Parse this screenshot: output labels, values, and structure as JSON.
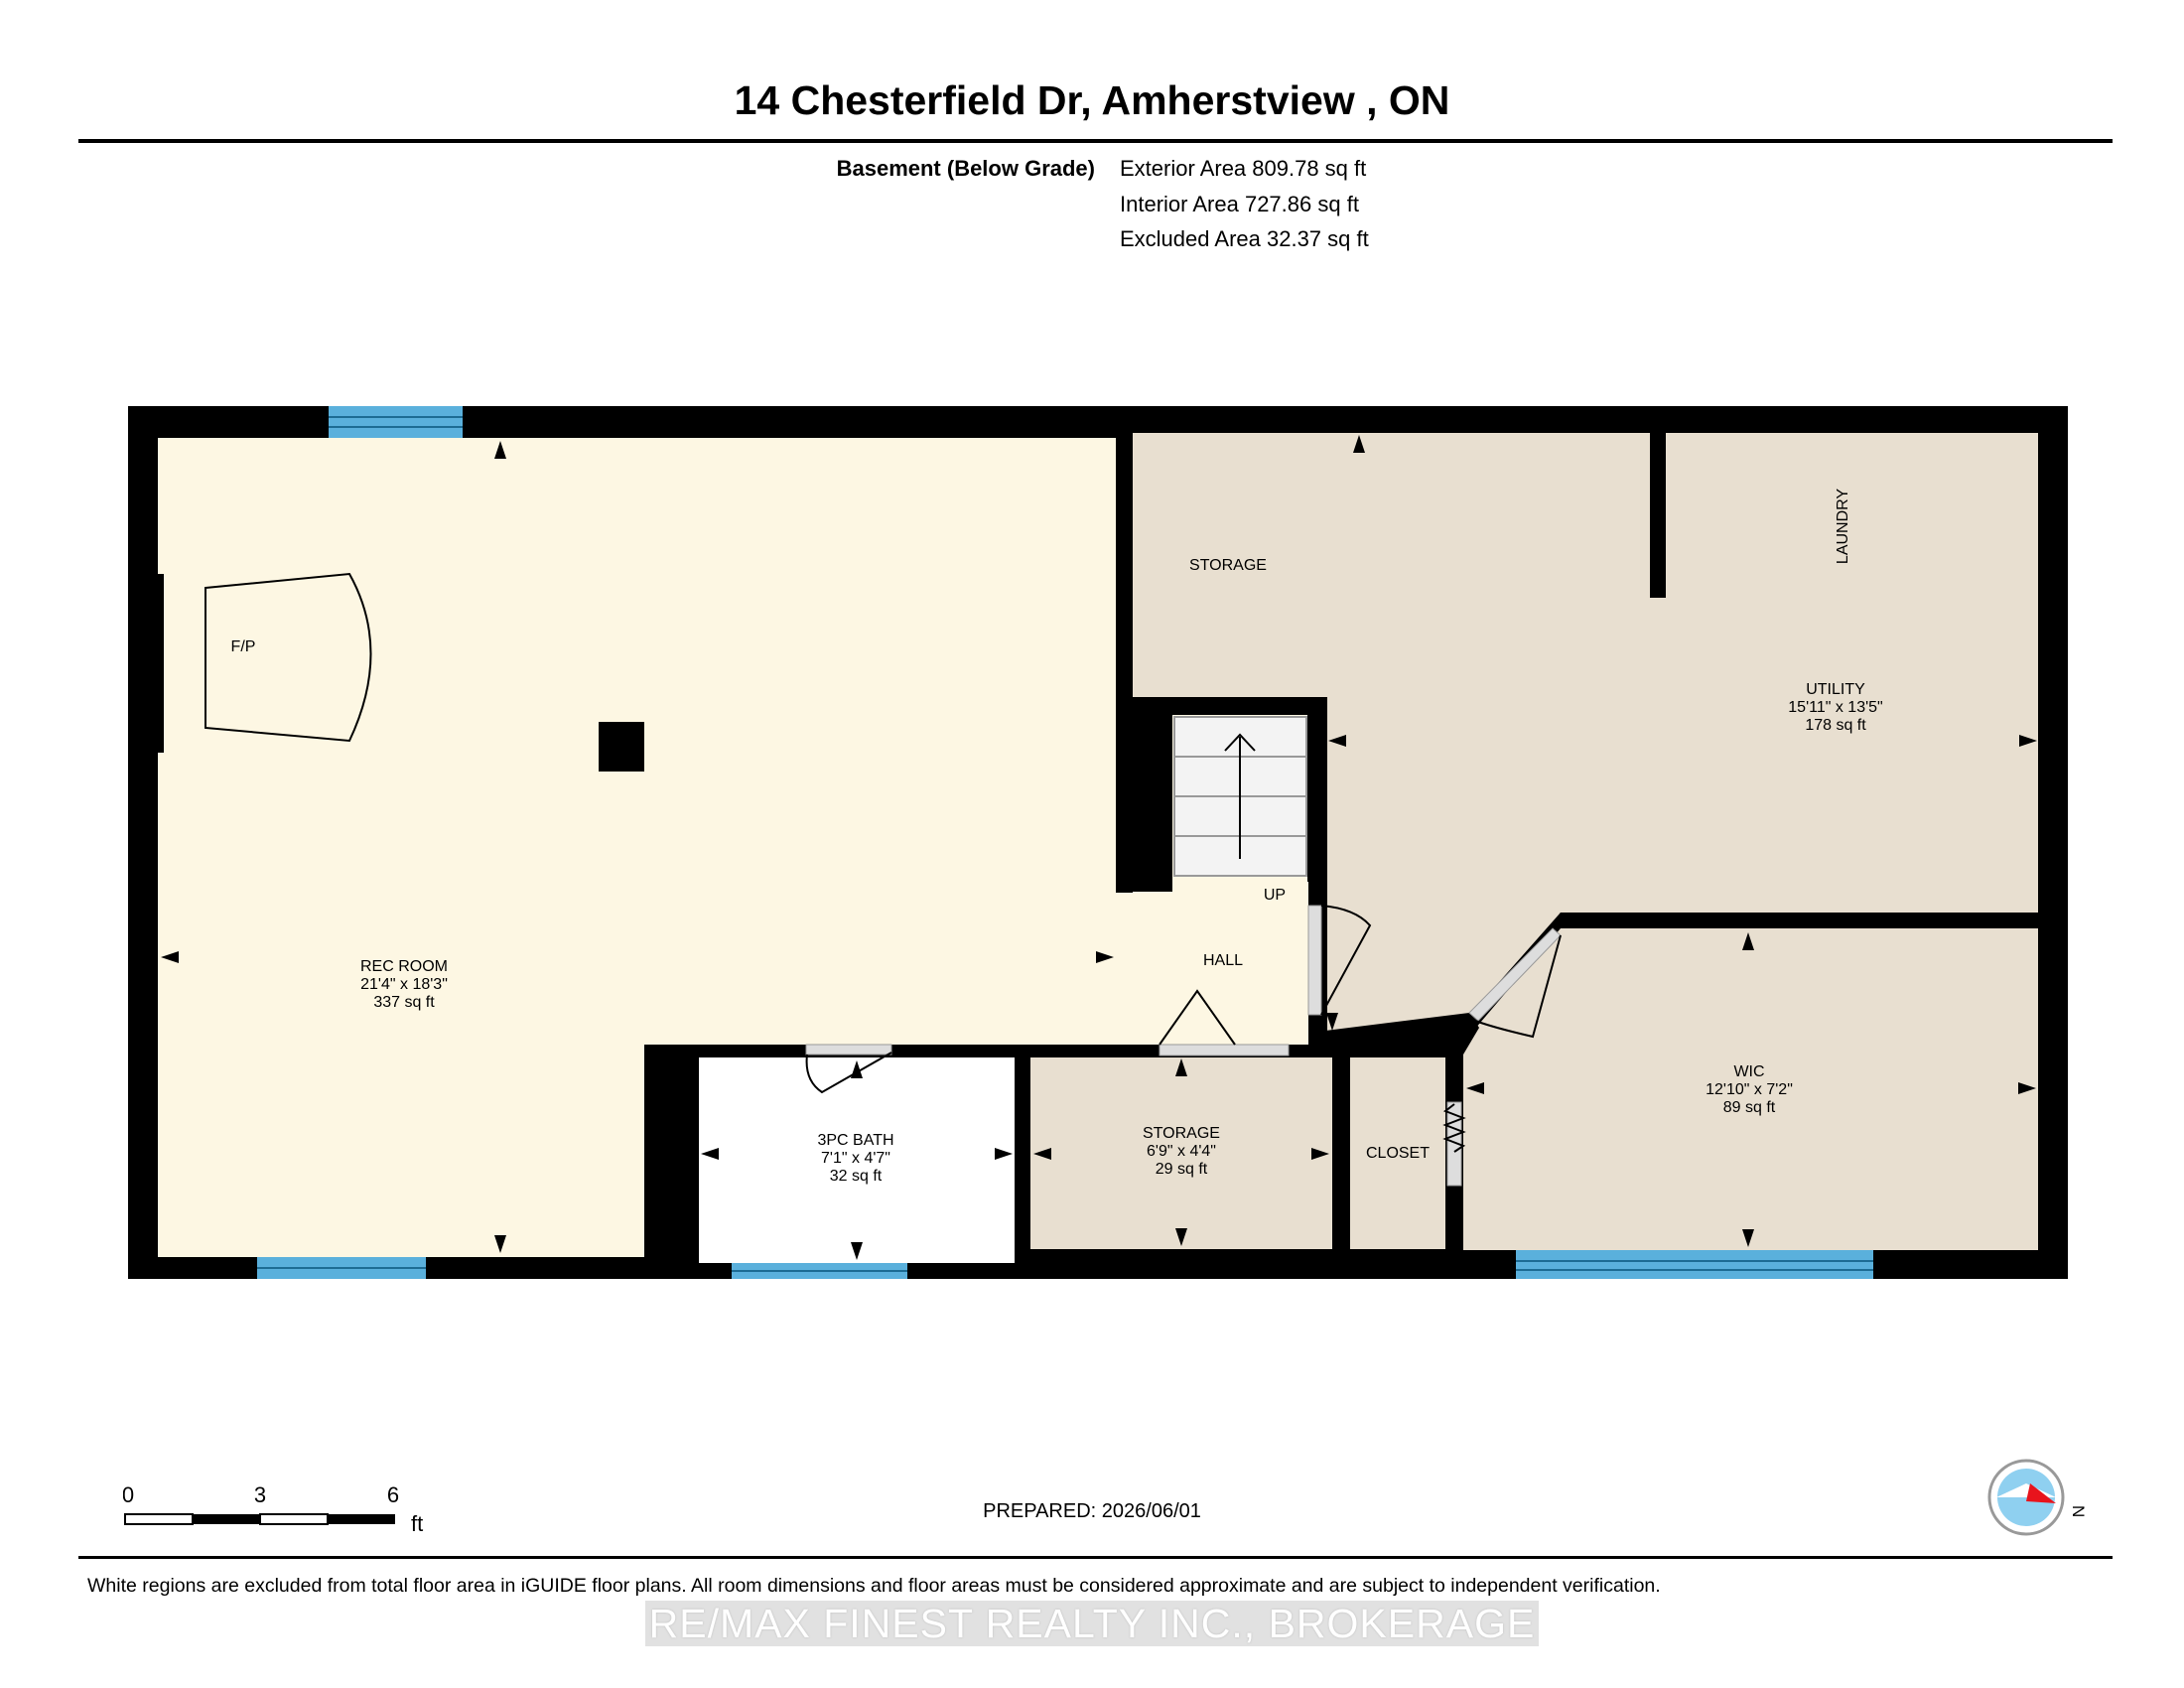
{
  "header": {
    "address": "14 Chesterfield Dr, Amherstview , ON"
  },
  "level": {
    "name": "Basement (Below Grade)",
    "exterior_area": "Exterior Area 809.78 sq ft",
    "interior_area": "Interior Area 727.86 sq ft",
    "excluded_area": "Excluded Area 32.37 sq ft"
  },
  "rooms": {
    "rec_room": {
      "name": "REC ROOM",
      "dims": "21'4\" x 18'3\"",
      "area": "337 sq ft"
    },
    "utility": {
      "name": "UTILITY",
      "dims": "15'11\" x 13'5\"",
      "area": "178 sq ft"
    },
    "wic": {
      "name": "WIC",
      "dims": "12'10\" x 7'2\"",
      "area": "89 sq ft"
    },
    "bath": {
      "name": "3PC BATH",
      "dims": "7'1\" x 4'7\"",
      "area": "32 sq ft"
    },
    "storage_small": {
      "name": "STORAGE",
      "dims": "6'9\" x 4'4\"",
      "area": "29 sq ft"
    },
    "storage_upper": {
      "name": "STORAGE"
    },
    "laundry": {
      "name": "LAUNDRY"
    },
    "hall": {
      "name": "HALL"
    },
    "closet": {
      "name": "CLOSET"
    },
    "fireplace": {
      "name": "F/P"
    },
    "stairs": {
      "name": "UP"
    }
  },
  "scale_bar": {
    "ticks": [
      "0",
      "3",
      "6"
    ],
    "unit": "ft"
  },
  "footer": {
    "prepared": "PREPARED: 2026/06/01",
    "disclaimer": "White regions are excluded from total floor area in iGUIDE floor plans. All room dimensions and floor areas must be considered approximate and are subject to independent verification.",
    "watermark": "RE/MAX FINEST REALTY INC., BROKERAGE"
  },
  "compass": {
    "label": "N"
  },
  "colors": {
    "rec_room_fill": "#fdf7e3",
    "utility_fill": "#e8dfd0",
    "wall": "#000000",
    "window": "#5ab0dc",
    "bath_fill": "#ffffff",
    "compass_red": "#e8141c"
  }
}
